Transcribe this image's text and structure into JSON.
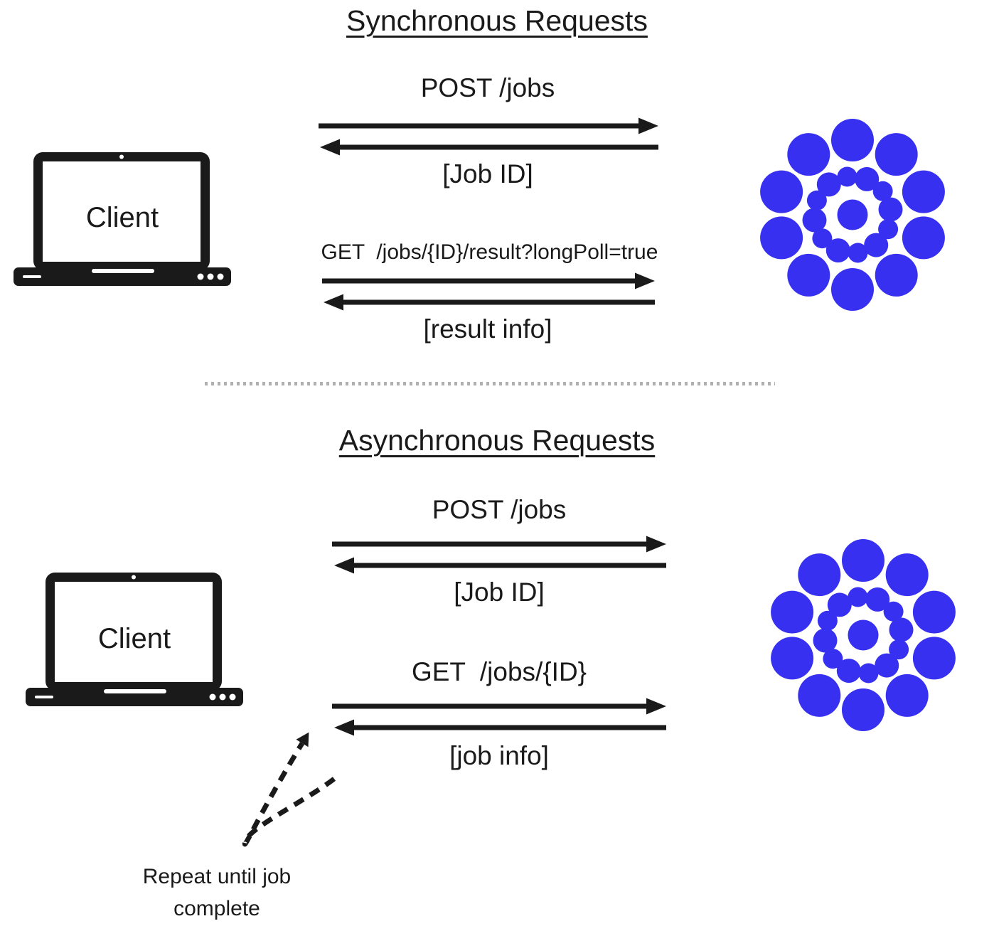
{
  "colors": {
    "logo_blue": "#3730f0",
    "ink": "#1a1a1a",
    "divider_gray": "#b0b0b0"
  },
  "sync": {
    "title": "Synchronous Requests",
    "client_label": "Client",
    "post_request": "POST /jobs",
    "post_response": "[Job ID]",
    "get_request": "GET  /jobs/{ID}/result?longPoll=true",
    "get_response": "[result info]"
  },
  "async": {
    "title": "Asynchronous Requests",
    "client_label": "Client",
    "post_request": "POST /jobs",
    "post_response": "[Job ID]",
    "get_request": "GET  /jobs/{ID}",
    "get_response": "[job info]",
    "repeat_note": "Repeat until job complete"
  },
  "icons": {
    "client": "laptop-icon",
    "server": "circle-cluster-logo-icon",
    "loop": "dashed-repeat-arrow-icon"
  }
}
